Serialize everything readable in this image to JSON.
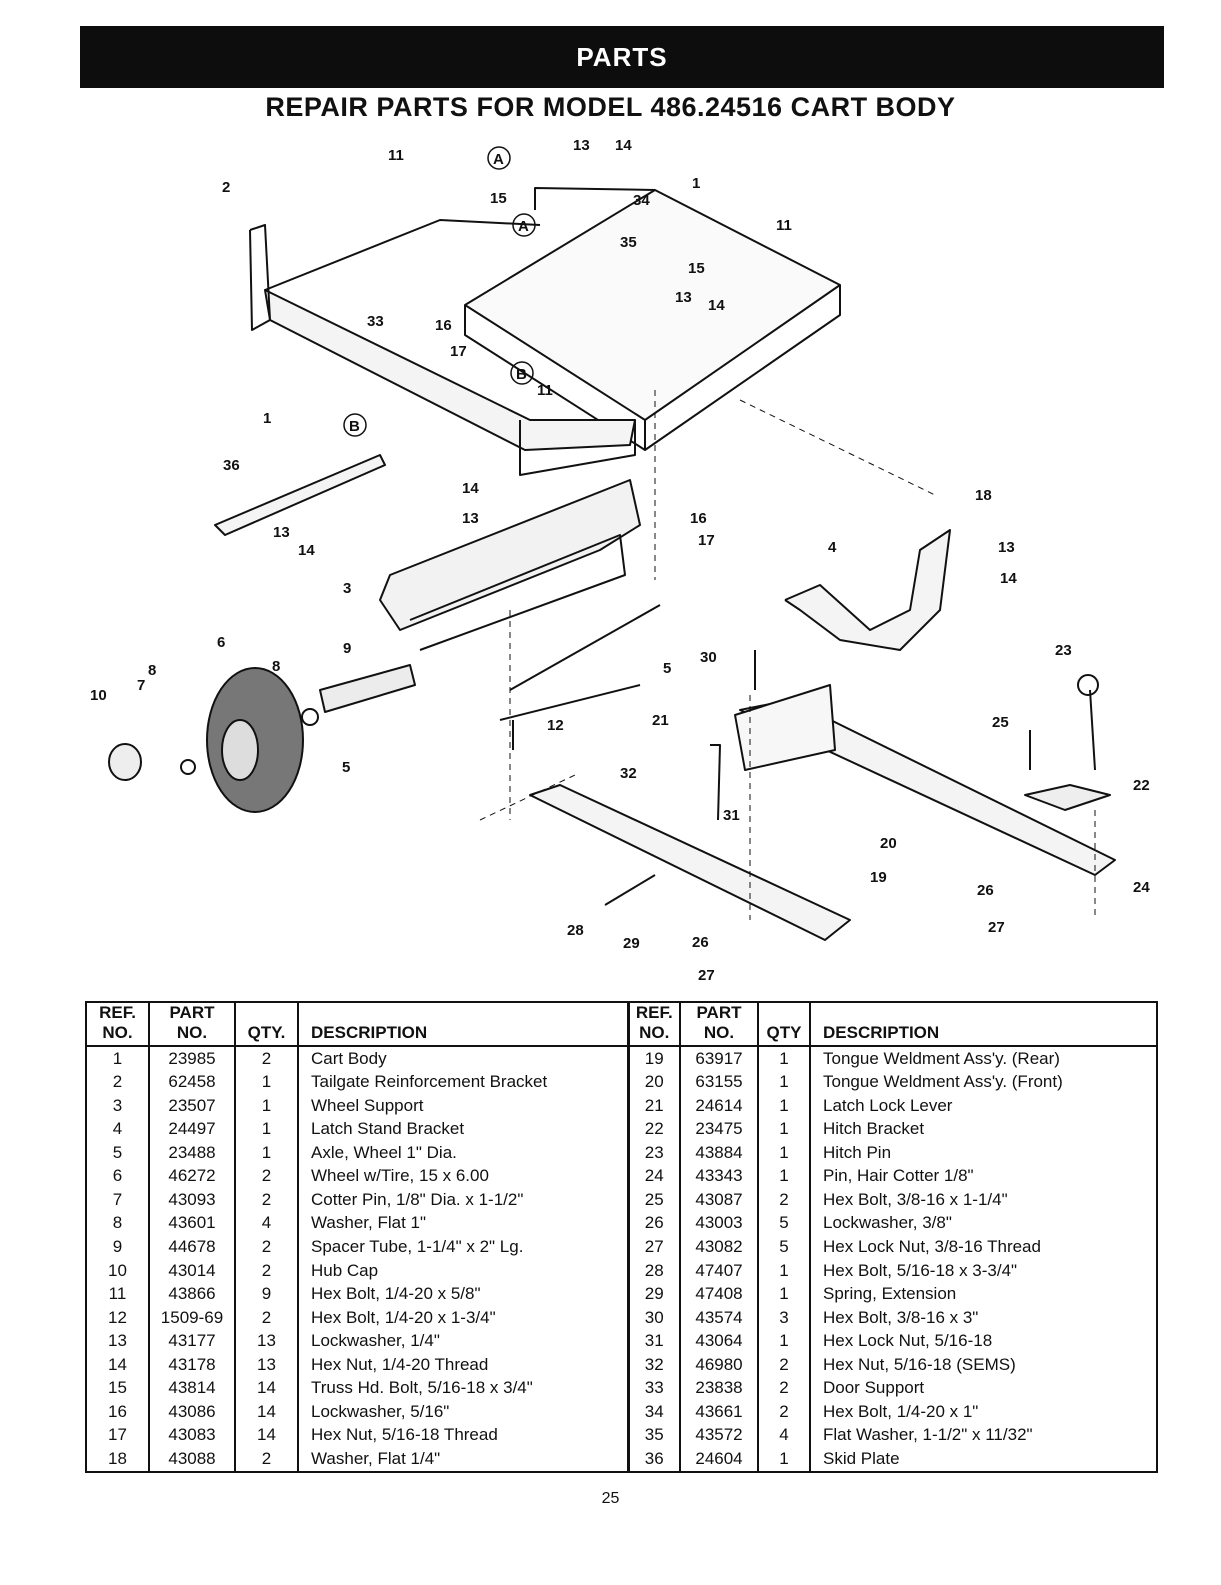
{
  "header": {
    "banner": "PARTS",
    "title": "REPAIR PARTS FOR MODEL 486.24516 CART BODY"
  },
  "diagram": {
    "callouts": [
      "1",
      "2",
      "3",
      "4",
      "5",
      "6",
      "7",
      "8",
      "9",
      "10",
      "11",
      "12",
      "13",
      "14",
      "15",
      "16",
      "17",
      "18",
      "19",
      "20",
      "21",
      "22",
      "23",
      "24",
      "25",
      "26",
      "27",
      "28",
      "29",
      "30",
      "31",
      "32",
      "33",
      "34",
      "35",
      "36",
      "A",
      "B"
    ]
  },
  "table": {
    "headers": {
      "ref_1": "REF.",
      "ref_2": "NO.",
      "part_1": "PART",
      "part_2": "NO.",
      "qty_left": "QTY.",
      "qty_right": "QTY",
      "description": "DESCRIPTION"
    },
    "left": [
      {
        "ref": "1",
        "part": "23985",
        "qty": "2",
        "desc": "Cart Body"
      },
      {
        "ref": "2",
        "part": "62458",
        "qty": "1",
        "desc": "Tailgate Reinforcement Bracket"
      },
      {
        "ref": "3",
        "part": "23507",
        "qty": "1",
        "desc": "Wheel Support"
      },
      {
        "ref": "4",
        "part": "24497",
        "qty": "1",
        "desc": "Latch Stand Bracket"
      },
      {
        "ref": "5",
        "part": "23488",
        "qty": "1",
        "desc": "Axle, Wheel 1\" Dia."
      },
      {
        "ref": "6",
        "part": "46272",
        "qty": "2",
        "desc": "Wheel w/Tire, 15 x 6.00"
      },
      {
        "ref": "7",
        "part": "43093",
        "qty": "2",
        "desc": "Cotter Pin, 1/8\" Dia. x 1-1/2\""
      },
      {
        "ref": "8",
        "part": "43601",
        "qty": "4",
        "desc": "Washer, Flat 1\""
      },
      {
        "ref": "9",
        "part": "44678",
        "qty": "2",
        "desc": "Spacer Tube, 1-1/4\" x 2\" Lg."
      },
      {
        "ref": "10",
        "part": "43014",
        "qty": "2",
        "desc": "Hub Cap"
      },
      {
        "ref": "11",
        "part": "43866",
        "qty": "9",
        "desc": "Hex Bolt, 1/4-20 x 5/8\""
      },
      {
        "ref": "12",
        "part": "1509-69",
        "qty": "2",
        "desc": "Hex Bolt, 1/4-20 x 1-3/4\""
      },
      {
        "ref": "13",
        "part": "43177",
        "qty": "13",
        "desc": "Lockwasher, 1/4\""
      },
      {
        "ref": "14",
        "part": "43178",
        "qty": "13",
        "desc": "Hex Nut, 1/4-20 Thread"
      },
      {
        "ref": "15",
        "part": "43814",
        "qty": "14",
        "desc": "Truss Hd. Bolt, 5/16-18 x 3/4\""
      },
      {
        "ref": "16",
        "part": "43086",
        "qty": "14",
        "desc": "Lockwasher, 5/16\""
      },
      {
        "ref": "17",
        "part": "43083",
        "qty": "14",
        "desc": "Hex Nut, 5/16-18 Thread"
      },
      {
        "ref": "18",
        "part": "43088",
        "qty": "2",
        "desc": "Washer, Flat 1/4\""
      }
    ],
    "right": [
      {
        "ref": "19",
        "part": "63917",
        "qty": "1",
        "desc": "Tongue Weldment Ass'y. (Rear)"
      },
      {
        "ref": "20",
        "part": "63155",
        "qty": "1",
        "desc": "Tongue Weldment Ass'y. (Front)"
      },
      {
        "ref": "21",
        "part": "24614",
        "qty": "1",
        "desc": "Latch Lock Lever"
      },
      {
        "ref": "22",
        "part": "23475",
        "qty": "1",
        "desc": "Hitch Bracket"
      },
      {
        "ref": "23",
        "part": "43884",
        "qty": "1",
        "desc": "Hitch Pin"
      },
      {
        "ref": "24",
        "part": "43343",
        "qty": "1",
        "desc": "Pin, Hair Cotter 1/8\""
      },
      {
        "ref": "25",
        "part": "43087",
        "qty": "2",
        "desc": "Hex Bolt, 3/8-16 x 1-1/4\""
      },
      {
        "ref": "26",
        "part": "43003",
        "qty": "5",
        "desc": "Lockwasher, 3/8\""
      },
      {
        "ref": "27",
        "part": "43082",
        "qty": "5",
        "desc": "Hex Lock Nut, 3/8-16 Thread"
      },
      {
        "ref": "28",
        "part": "47407",
        "qty": "1",
        "desc": "Hex Bolt, 5/16-18 x 3-3/4\""
      },
      {
        "ref": "29",
        "part": "47408",
        "qty": "1",
        "desc": "Spring, Extension"
      },
      {
        "ref": "30",
        "part": "43574",
        "qty": "3",
        "desc": "Hex Bolt, 3/8-16 x 3\""
      },
      {
        "ref": "31",
        "part": "43064",
        "qty": "1",
        "desc": "Hex Lock Nut, 5/16-18"
      },
      {
        "ref": "32",
        "part": "46980",
        "qty": "2",
        "desc": "Hex Nut, 5/16-18 (SEMS)"
      },
      {
        "ref": "33",
        "part": "23838",
        "qty": "2",
        "desc": "Door Support"
      },
      {
        "ref": "34",
        "part": "43661",
        "qty": "2",
        "desc": "Hex Bolt, 1/4-20 x 1\""
      },
      {
        "ref": "35",
        "part": "43572",
        "qty": "4",
        "desc": "Flat Washer, 1-1/2\" x 11/32\""
      },
      {
        "ref": "36",
        "part": "24604",
        "qty": "1",
        "desc": "Skid Plate"
      }
    ]
  },
  "footer": {
    "page_number": "25"
  }
}
